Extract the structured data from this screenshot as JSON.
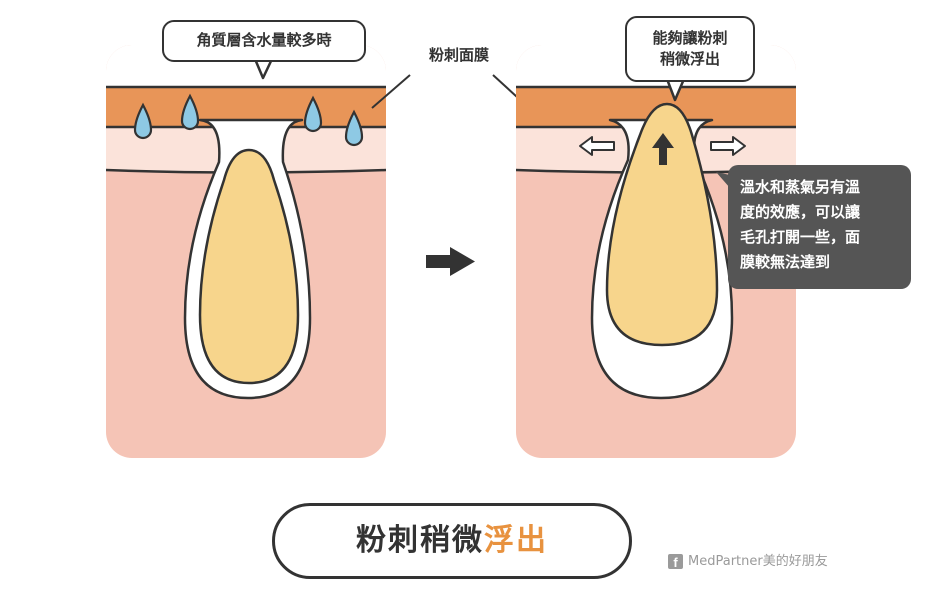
{
  "labels": {
    "left_bubble": "角質層含水量較多時",
    "mask_label": "粉刺面膜",
    "right_bubble_line1": "能夠讓粉刺",
    "right_bubble_line2": "稍微浮出"
  },
  "note": {
    "lines": [
      "溫水和蒸氣另有溫",
      "度的效應，可以讓",
      "毛孔打開一些，面",
      "膜較無法達到"
    ]
  },
  "title": {
    "main": "粉刺稍微",
    "accent": "浮出"
  },
  "credit": {
    "icon": "f",
    "text": "MedPartner美的好朋友"
  },
  "colors": {
    "skin_deep": "#f5c4b6",
    "skin_light": "#fbe3da",
    "top_band": "#e89558",
    "sebum": "#f7d58c",
    "outline": "#333333",
    "droplet": "#8ec9e4",
    "note_bg": "#555555",
    "accent": "#e8923f",
    "credit": "#9a9a9a"
  },
  "icons": [
    "water-droplet-icon",
    "arrow-right-icon",
    "arrow-up-icon",
    "arrow-left-outline-icon",
    "arrow-right-outline-icon",
    "facebook-icon"
  ]
}
